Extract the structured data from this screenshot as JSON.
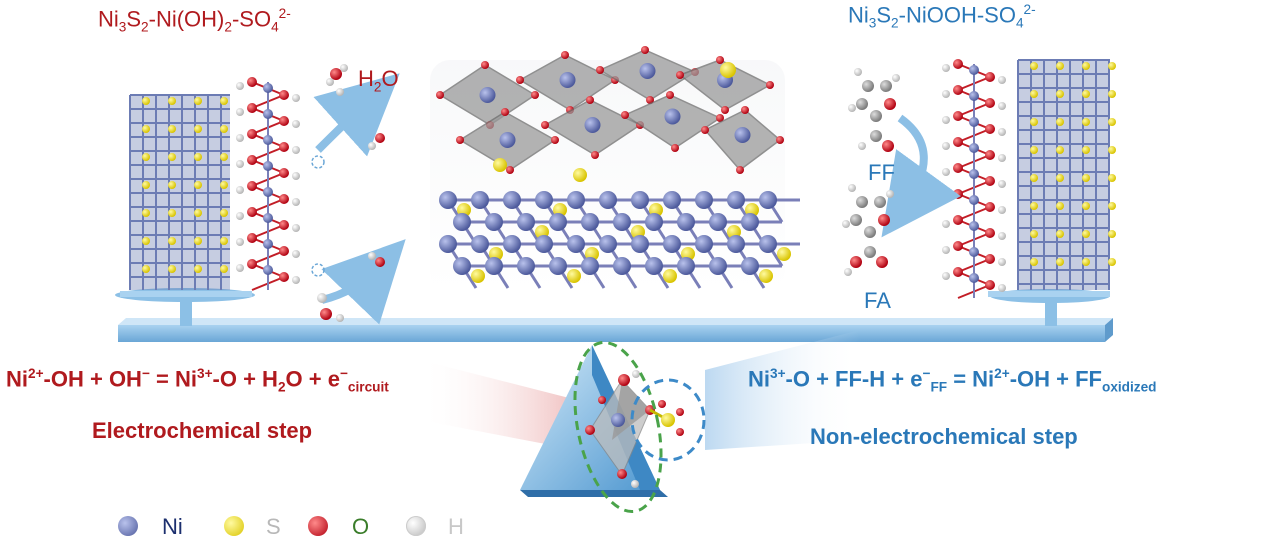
{
  "left_panel": {
    "title": {
      "base": "Ni",
      "s1": "3",
      "mid": "S",
      "s2": "2",
      "rest": "-Ni(OH)",
      "s3": "2",
      "tail": "-SO",
      "s4": "4",
      "sup": "2-"
    },
    "h2o_label": {
      "base": "H",
      "sub": "2",
      "tail": "O"
    }
  },
  "right_panel": {
    "title": {
      "base": "Ni",
      "s1": "3",
      "mid": "S",
      "s2": "2",
      "rest": "-NiOOH-SO",
      "s3": "4",
      "sup": "2-"
    },
    "ff_label": "FF",
    "fa_label": "FA"
  },
  "equations": {
    "left": {
      "p1": "Ni",
      "sup1": "2+",
      "p2": "-OH + OH",
      "sup2": "−",
      "p3": " = Ni",
      "sup3": "3+",
      "p4": "-O + H",
      "sub1": "2",
      "p5": "O + e",
      "sup4": "−",
      "sub2": "circuit"
    },
    "right": {
      "p1": "Ni",
      "sup1": "3+",
      "p2": "-O + FF-H + e",
      "sup2": "−",
      "sub1": "FF",
      "p3": " = Ni",
      "sup3": "2+",
      "p4": "-OH + FF",
      "sub2": "oxidized"
    },
    "left_step": "Electrochemical step",
    "right_step": "Non-electrochemical step"
  },
  "legend": [
    {
      "label": "Ni",
      "color": "#5a6aa8",
      "text_color": "#1c2f6e"
    },
    {
      "label": "S",
      "color": "#f1e11a",
      "text_color": "#b8b8b8"
    },
    {
      "label": "O",
      "color": "#d4121b",
      "text_color": "#3a7d2a"
    },
    {
      "label": "H",
      "color": "#f2f2f2",
      "text_color": "#c8c8c8"
    }
  ],
  "colors": {
    "red_text": "#b01a1e",
    "blue_text": "#2a78b8",
    "lever": "#7fb6e0",
    "ni": "#5a6aa8",
    "s": "#f1e11a",
    "o": "#d4121b",
    "h": "#f2f2f2"
  }
}
